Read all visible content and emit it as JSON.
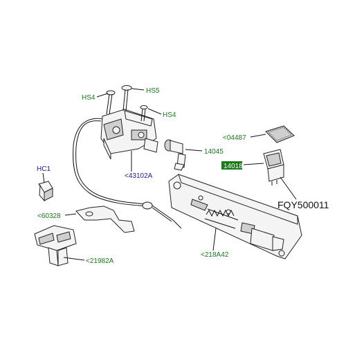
{
  "colors": {
    "green_label": "#1a7a1a",
    "blue_label": "#1a1aa8",
    "line": "#222222",
    "highlight_bg": "#1a7a1a",
    "highlight_text": "#ffffff"
  },
  "labels": {
    "hs4_top": "HS4",
    "hs5": "HS5",
    "hs4_right": "HS4",
    "l43102a": "<43102A",
    "l14045": "14045",
    "l04487": "<04487",
    "l14018": "14018",
    "hc1": "HC1",
    "l60328": "<60328",
    "l21982a": "<21982A",
    "l218a42": "<218A42"
  },
  "reference": "FQY500011"
}
